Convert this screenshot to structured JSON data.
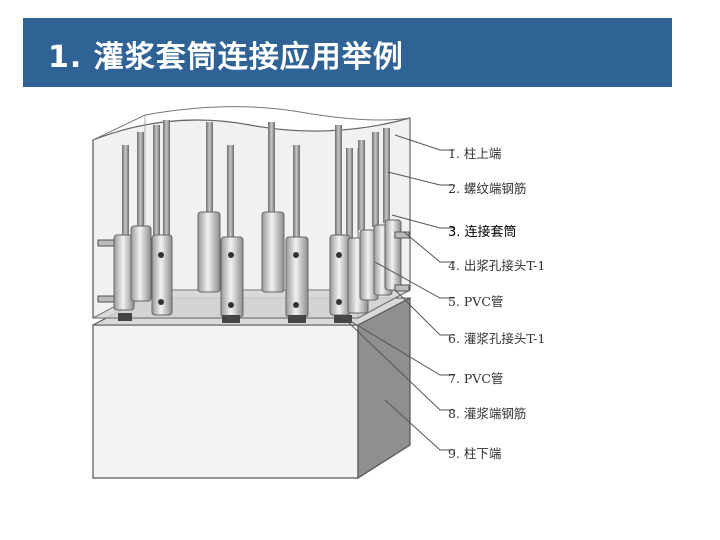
{
  "header": {
    "title": "1. 灌浆套筒连接应用举例"
  },
  "diagram": {
    "labels": [
      "1. 柱上端",
      "2. 螺纹端钢筋",
      "3. 连接套筒",
      "4. 出浆孔接头T-1",
      "5. PVC管",
      "6. 灌浆孔接头T-1",
      "7. PVC管",
      "8. 灌浆端钢筋",
      "9. 柱下端"
    ]
  }
}
